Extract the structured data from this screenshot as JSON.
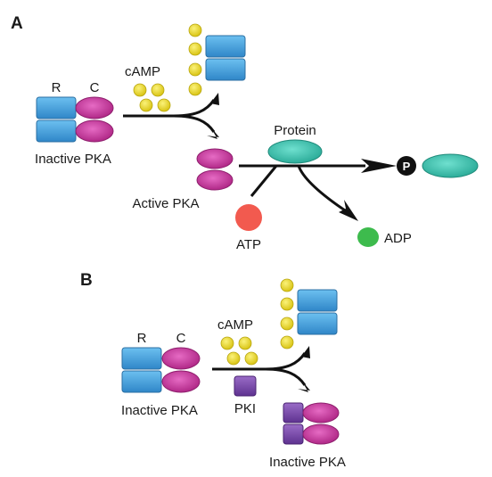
{
  "panel_a": {
    "letter": "A",
    "subunit_r": "R",
    "subunit_c": "C",
    "inactive_pka": "Inactive PKA",
    "camp": "cAMP",
    "active_pka": "Active PKA",
    "protein": "Protein",
    "phospho": "P",
    "atp": "ATP",
    "adp": "ADP"
  },
  "panel_b": {
    "letter": "B",
    "subunit_r": "R",
    "subunit_c": "C",
    "inactive_pka": "Inactive PKA",
    "camp": "cAMP",
    "pki": "PKI",
    "inactive_pka_product": "Inactive PKA"
  },
  "colors": {
    "regulatory_subunit": "#4aa3df",
    "catalytic_subunit": "#d23fa6",
    "camp": "#f0e22a",
    "protein": "#3cc7b4",
    "atp": "#f25a4f",
    "adp": "#3dbb4d",
    "pki": "#7b4aa8",
    "phosphate": "#111111",
    "arrow": "#111111"
  }
}
